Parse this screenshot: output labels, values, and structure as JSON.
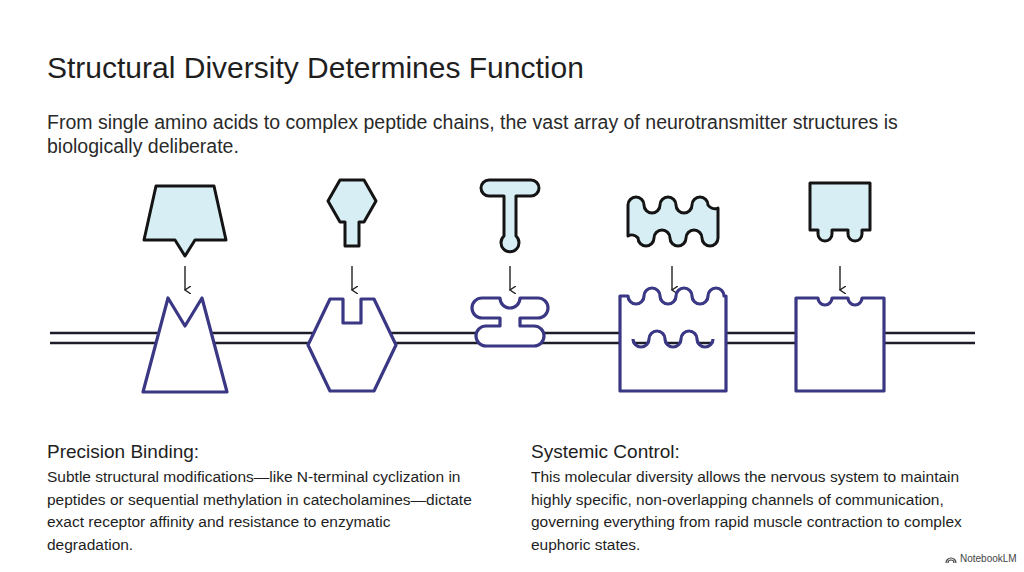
{
  "diagram": {
    "title": "Structural Diversity Determines Function",
    "caption": "From single amino acids to complex peptide chains, the vast array of neurotransmitter structures is biologically deliberate.",
    "labels": [
      "Precision Binding:",
      "Subtle structural modifications—like N-terminal cyclization in peptides or sequential methylation in catecholamines—dictate exact receptor affinity and resistance to enzymatic degradation.",
      "Systemic Control:",
      "This molecular diversity allows the nervous system to maintain highly specific, non-overlapping channels of communication, governing everything from rapid muscle contraction to complex euphoric states.",
      "NotebookLM"
    ]
  }
}
